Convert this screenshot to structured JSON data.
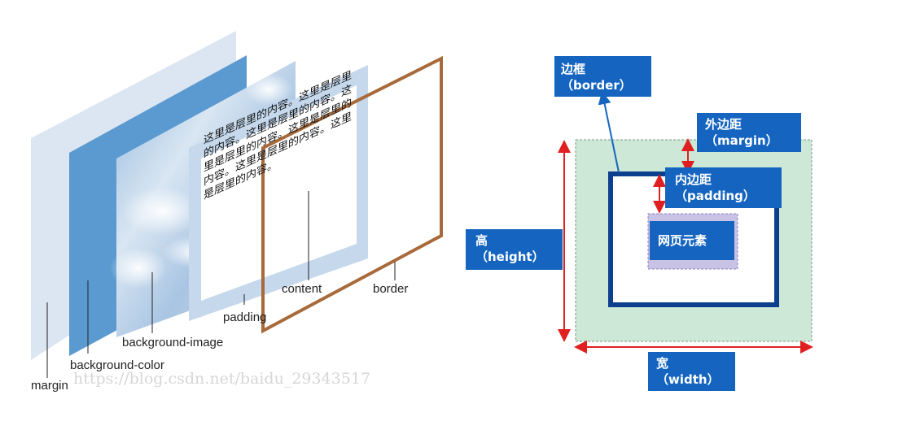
{
  "left_diagram": {
    "content_text": "这里是层里的内容。这里是层里的内容。这里是层里的内容。这里是层里的内容。这里是层里的内容。这里是层里的内容。这里是层里的内容。",
    "labels": {
      "margin": "margin",
      "background_color": "background-color",
      "background_image": "background-image",
      "padding": "padding",
      "content": "content",
      "border": "border"
    },
    "colors": {
      "margin_layer": "#dbe6f2",
      "background_color_layer": "#5b9ad0",
      "padding_layer": "#c5d8ec",
      "border_frame": "#a86a3a"
    }
  },
  "watermark": "https://blog.csdn.net/baidu_29343517",
  "right_diagram": {
    "border_label": {
      "line1": "边框",
      "line2": "（border）"
    },
    "margin_label": {
      "line1": "外边距",
      "line2": "（margin）"
    },
    "padding_label": {
      "line1": "内边距",
      "line2": "（padding）"
    },
    "element_label": "网页元素",
    "height_label": {
      "line1": "高",
      "line2": "（height）"
    },
    "width_label": {
      "line1": "宽",
      "line2": "（width）"
    },
    "colors": {
      "label_box": "#1565c0",
      "margin_area": "#cde8d6",
      "border_frame": "#0d3f8f",
      "element_area": "#c7c2e6",
      "arrow": "#e02020"
    }
  }
}
